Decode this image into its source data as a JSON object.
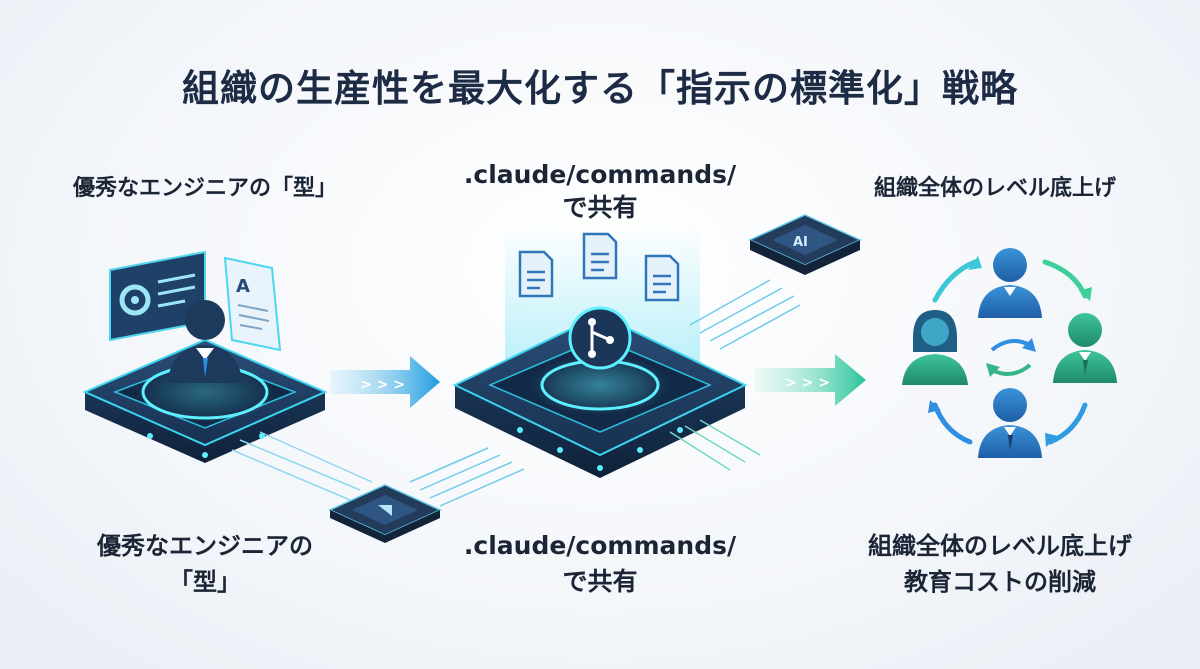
{
  "title": "組織の生産性を最大化する「指示の標準化」戦略",
  "labels": {
    "top_left": "優秀なエンジニアの「型」",
    "top_mid_line1": ".claude/commands/",
    "top_mid_line2": "で共有",
    "top_right": "組織全体のレベル底上げ",
    "bottom_left_line1": "優秀なエンジニアの",
    "bottom_left_line2": "「型」",
    "bottom_mid_line1": ".claude/commands/",
    "bottom_mid_line2": "で共有",
    "bottom_right_line1": "組織全体のレベル底上げ",
    "bottom_right_line2": "教育コストの削減"
  },
  "chip_label": "AI",
  "icons": [
    "gear-icon",
    "document-icon",
    "user-icon",
    "git-icon",
    "chip-icon",
    "arrow-right-icon",
    "cycle-arrows-icon",
    "team-member-icon"
  ],
  "colors": {
    "navy": "#1d3a5c",
    "cyan": "#22c3e6",
    "teal": "#3fd3b0",
    "blue": "#2f8fe0",
    "green": "#35b58a"
  }
}
